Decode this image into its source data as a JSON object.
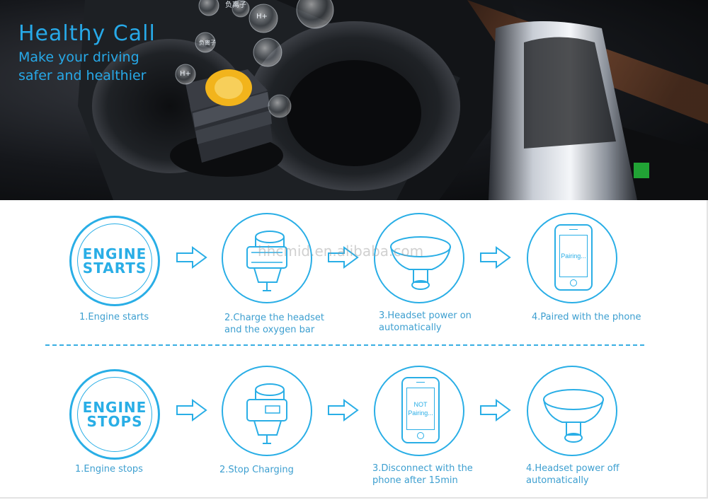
{
  "hero": {
    "title": "Healthy Call",
    "subtitle_line1": "Make your driving",
    "subtitle_line2": "safer and healthier",
    "bubble_labels": [
      "负离子",
      "H+",
      "负离子",
      "H+"
    ]
  },
  "watermark": "hhcmid.en.alibaba.com",
  "rows": [
    {
      "engine_line1": "ENGINE",
      "engine_line2": "STARTS",
      "steps": [
        {
          "caption": "1.Engine starts"
        },
        {
          "caption_line1": "2.Charge the headset",
          "caption_line2": "and the oxygen bar"
        },
        {
          "caption_line1": "3.Headset power on",
          "caption_line2": "automatically"
        },
        {
          "caption": "4.Paired with the phone",
          "screen": "Pairing..."
        }
      ]
    },
    {
      "engine_line1": "ENGINE",
      "engine_line2": "STOPS",
      "steps": [
        {
          "caption": "1.Engine stops"
        },
        {
          "caption": "2.Stop Charging"
        },
        {
          "caption_line1": "3.Disconnect with the",
          "caption_line2": "phone after 15min",
          "screen_line1": "NOT",
          "screen_line2": "Pairing..."
        },
        {
          "caption_line1": "4.Headset power off",
          "caption_line2": "automatically"
        }
      ]
    }
  ],
  "colors": {
    "accent": "#29aee6",
    "caption": "#3d9fd0",
    "hero_text": "#27a9e8",
    "charger_face": "#f2b41c"
  },
  "icons": [
    "right-arrow-icon",
    "charger-icon",
    "headset-icon",
    "phone-icon"
  ]
}
